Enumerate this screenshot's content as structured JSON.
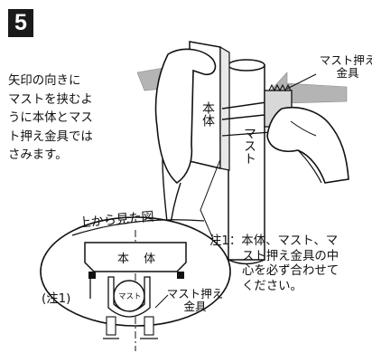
{
  "step": {
    "number": "5"
  },
  "instruction": {
    "lines": [
      "矢印の向きに",
      "マストを挟むよ",
      "うに本体とマス",
      "ト押え金具では",
      "さみます。"
    ]
  },
  "main_view": {
    "body_label": "本体",
    "mast_label": "マスト",
    "clamp_label_line1": "マスト押え",
    "clamp_label_line2": "金具"
  },
  "top_view": {
    "title": "上から見た図",
    "body_label": "本 体",
    "mast_label": "マスト",
    "clamp_label_line1": "マスト押え",
    "clamp_label_line2": "金具",
    "note_marker": "(注1)"
  },
  "note": {
    "lines": [
      "注1：本体、マスト、マ",
      "スト押え金具の中",
      "心を必ず合わせて",
      "ください。"
    ]
  }
}
